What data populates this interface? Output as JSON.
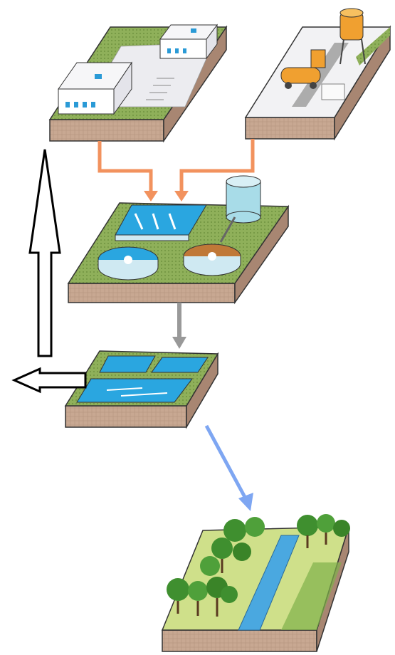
{
  "diagram": {
    "blocks": [
      {
        "id": "industrial-site"
      },
      {
        "id": "agri-transport-site"
      },
      {
        "id": "treatment-plant"
      },
      {
        "id": "polishing-ponds"
      },
      {
        "id": "river-forest"
      }
    ],
    "flows": [
      {
        "from": "industrial-site",
        "to": "treatment-plant",
        "color": "#f2925e"
      },
      {
        "from": "agri-transport-site",
        "to": "treatment-plant",
        "color": "#f2925e"
      },
      {
        "from": "treatment-plant",
        "to": "polishing-ponds",
        "color": "#999999"
      },
      {
        "from": "polishing-ponds",
        "to": "river-forest",
        "color": "#7ea6f2"
      },
      {
        "from": "polishing-ponds",
        "to": "industrial-site",
        "color": "#000000",
        "style": "reuse"
      },
      {
        "from": "polishing-ponds",
        "to": "outside",
        "color": "#000000",
        "style": "reuse"
      }
    ]
  },
  "colors": {
    "soil": "#c2a08a",
    "grass": "#7fa64a",
    "water": "#2aa6e0",
    "tree": "#3f8f2f",
    "tank": "#a8dce8",
    "tower": "#f0a030"
  }
}
